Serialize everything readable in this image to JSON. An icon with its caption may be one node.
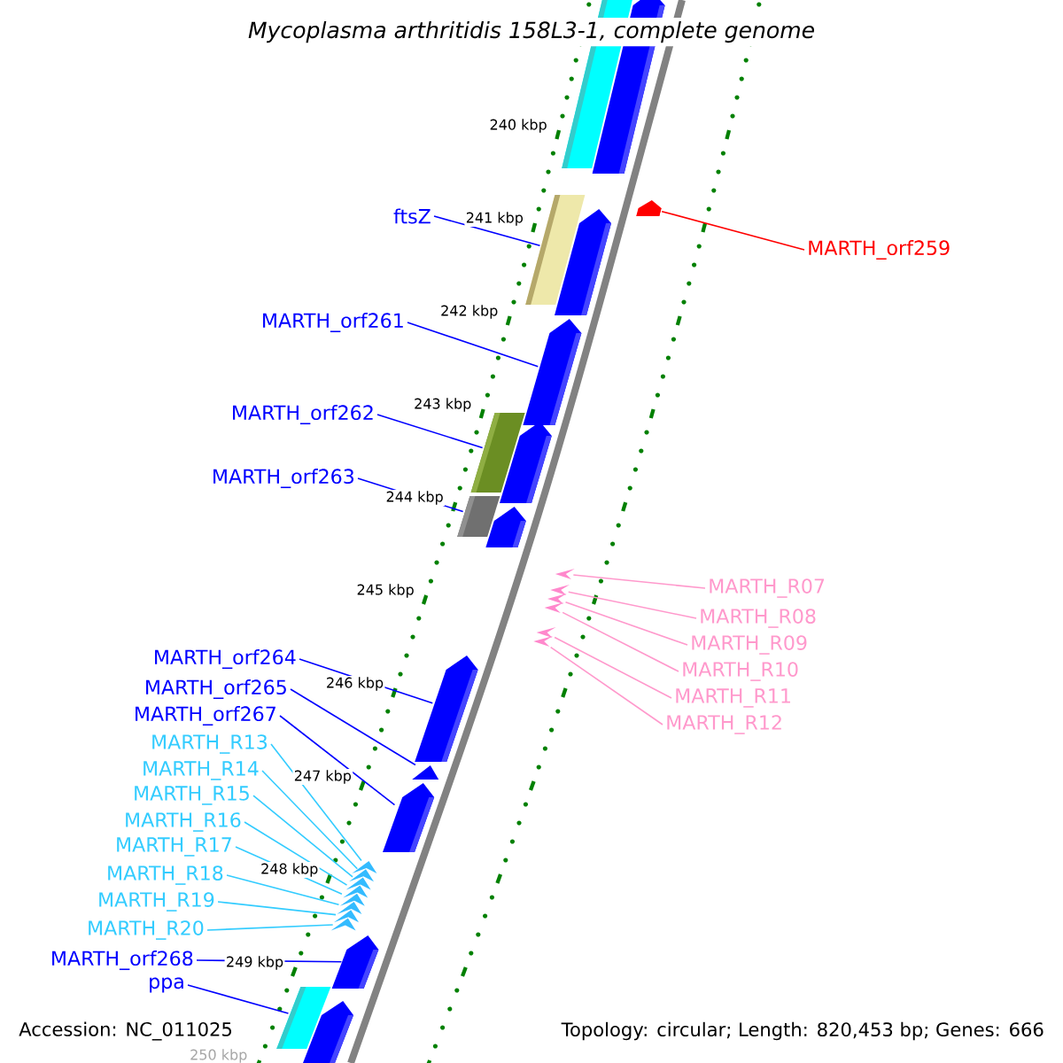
{
  "diagram": {
    "title": "Mycoplasma arthritidis 158L3-1, complete genome",
    "nodes": [
      {
        "text": [
          "ftsZ"
        ]
      },
      {
        "text": [
          "MARTH_orf261"
        ]
      },
      {
        "text": [
          "MARTH_orf262"
        ]
      },
      {
        "text": [
          "MARTH_orf263"
        ]
      },
      {
        "text": [
          "MARTH_orf264"
        ]
      },
      {
        "text": [
          "MARTH_orf265"
        ]
      },
      {
        "text": [
          "MARTH_orf267"
        ]
      },
      {
        "text": [
          "MARTH_R13"
        ]
      },
      {
        "text": [
          "MARTH_R14"
        ]
      },
      {
        "text": [
          "MARTH_R15"
        ]
      },
      {
        "text": [
          "MARTH_R16"
        ]
      },
      {
        "text": [
          "MARTH_R17"
        ]
      },
      {
        "text": [
          "MARTH_R18"
        ]
      },
      {
        "text": [
          "MARTH_R19"
        ]
      },
      {
        "text": [
          "MARTH_R20"
        ]
      },
      {
        "text": [
          "MARTH_orf268"
        ]
      },
      {
        "text": [
          "ppa"
        ]
      },
      {
        "text": [
          "MARTH_orf259"
        ]
      },
      {
        "text": [
          "MARTH_R07"
        ]
      },
      {
        "text": [
          "MARTH_R08"
        ]
      },
      {
        "text": [
          "MARTH_R09"
        ]
      },
      {
        "text": [
          "MARTH_R10"
        ]
      },
      {
        "text": [
          "MARTH_R11"
        ]
      },
      {
        "text": [
          "MARTH_R12"
        ]
      },
      {
        "text": [],
        "shape": "bar"
      },
      {
        "text": [],
        "shape": "arrow"
      },
      {
        "text": [],
        "shape": "bar"
      },
      {
        "text": [],
        "shape": "arrow"
      },
      {
        "text": [],
        "shape": "arrow"
      },
      {
        "text": [],
        "shape": "arrow"
      },
      {
        "text": [],
        "shape": "bar"
      },
      {
        "text": [],
        "shape": "arrow"
      },
      {
        "text": [],
        "shape": "bar"
      },
      {
        "text": [],
        "shape": "arrow"
      },
      {
        "text": [],
        "shape": "chevron"
      },
      {
        "text": [],
        "shape": "chevron"
      },
      {
        "text": [],
        "shape": "chevron"
      },
      {
        "text": [],
        "shape": "chevron"
      },
      {
        "text": [],
        "shape": "chevron"
      },
      {
        "text": [],
        "shape": "chevron"
      },
      {
        "text": [],
        "shape": "arrow"
      },
      {
        "text": [],
        "shape": "triangle"
      },
      {
        "text": [],
        "shape": "arrow"
      },
      {
        "text": [],
        "shape": "chevron"
      },
      {
        "text": [],
        "shape": "chevron"
      },
      {
        "text": [],
        "shape": "chevron"
      },
      {
        "text": [],
        "shape": "chevron"
      },
      {
        "text": [],
        "shape": "chevron"
      },
      {
        "text": [],
        "shape": "chevron"
      },
      {
        "text": [],
        "shape": "chevron"
      },
      {
        "text": [],
        "shape": "chevron"
      },
      {
        "text": [],
        "shape": "arrow"
      },
      {
        "text": [],
        "shape": "bar"
      },
      {
        "text": [],
        "shape": "arrow"
      }
    ],
    "edges": [
      {
        "from": 0,
        "to": 26,
        "arrow": "none"
      },
      {
        "from": 1,
        "to": 29,
        "arrow": "none"
      },
      {
        "from": 2,
        "to": 30,
        "arrow": "none"
      },
      {
        "from": 3,
        "to": 32,
        "arrow": "none"
      },
      {
        "from": 4,
        "to": 40,
        "arrow": "none"
      },
      {
        "from": 5,
        "to": 41,
        "arrow": "none"
      },
      {
        "from": 6,
        "to": 42,
        "arrow": "none"
      },
      {
        "from": 7,
        "to": 43,
        "arrow": "none",
        "color": "#33ccff"
      },
      {
        "from": 8,
        "to": 44,
        "arrow": "none",
        "color": "#33ccff"
      },
      {
        "from": 9,
        "to": 45,
        "arrow": "none",
        "color": "#33ccff"
      },
      {
        "from": 10,
        "to": 46,
        "arrow": "none",
        "color": "#33ccff"
      },
      {
        "from": 11,
        "to": 47,
        "arrow": "none",
        "color": "#33ccff"
      },
      {
        "from": 12,
        "to": 48,
        "arrow": "none",
        "color": "#33ccff"
      },
      {
        "from": 13,
        "to": 49,
        "arrow": "none",
        "color": "#33ccff"
      },
      {
        "from": 14,
        "to": 50,
        "arrow": "none",
        "color": "#33ccff"
      },
      {
        "from": 15,
        "to": 51,
        "arrow": "none"
      },
      {
        "from": 16,
        "to": 52,
        "arrow": "none"
      },
      {
        "from": 17,
        "to": 27,
        "arrow": "none",
        "color": "#ff0000"
      },
      {
        "from": 18,
        "to": 34,
        "arrow": "none",
        "color": "#ff99cc"
      },
      {
        "from": 19,
        "to": 35,
        "arrow": "none",
        "color": "#ff99cc"
      },
      {
        "from": 20,
        "to": 36,
        "arrow": "none",
        "color": "#ff99cc"
      },
      {
        "from": 21,
        "to": 37,
        "arrow": "none",
        "color": "#ff99cc"
      },
      {
        "from": 22,
        "to": 38,
        "arrow": "none",
        "color": "#ff99cc"
      },
      {
        "from": 23,
        "to": 39,
        "arrow": "none",
        "color": "#ff99cc"
      }
    ],
    "labels": [
      "240 kbp",
      "241 kbp",
      "242 kbp",
      "243 kbp",
      "244 kbp",
      "245 kbp",
      "246 kbp",
      "247 kbp",
      "248 kbp",
      "249 kbp",
      "250 kbp",
      "Accession: NC_011025",
      "Topology: circular; Length: 820,453 bp; Genes: 666"
    ]
  }
}
